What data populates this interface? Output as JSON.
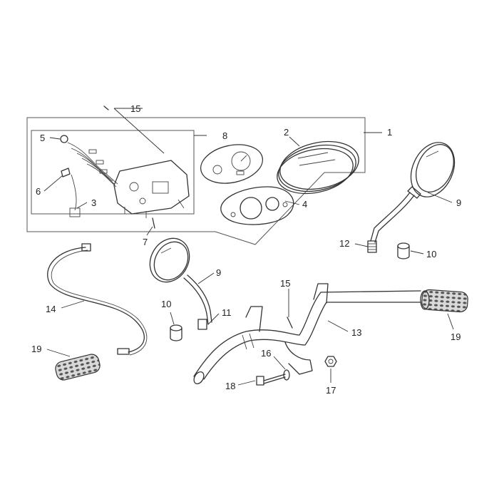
{
  "diagram": {
    "callouts": [
      {
        "id": "c1",
        "label": "1"
      },
      {
        "id": "c2",
        "label": "2"
      },
      {
        "id": "c3",
        "label": "3"
      },
      {
        "id": "c4",
        "label": "4"
      },
      {
        "id": "c5",
        "label": "5"
      },
      {
        "id": "c6",
        "label": "6"
      },
      {
        "id": "c7",
        "label": "7"
      },
      {
        "id": "c8",
        "label": "8"
      },
      {
        "id": "c9a",
        "label": "9"
      },
      {
        "id": "c9b",
        "label": "9"
      },
      {
        "id": "c10a",
        "label": "10"
      },
      {
        "id": "c10b",
        "label": "10"
      },
      {
        "id": "c11",
        "label": "11"
      },
      {
        "id": "c12",
        "label": "12"
      },
      {
        "id": "c13",
        "label": "13"
      },
      {
        "id": "c14",
        "label": "14"
      },
      {
        "id": "c15a",
        "label": "15"
      },
      {
        "id": "c15b",
        "label": "15"
      },
      {
        "id": "c16",
        "label": "16"
      },
      {
        "id": "c17",
        "label": "17"
      },
      {
        "id": "c18",
        "label": "18"
      },
      {
        "id": "c19a",
        "label": "19"
      },
      {
        "id": "c19b",
        "label": "19"
      }
    ]
  }
}
